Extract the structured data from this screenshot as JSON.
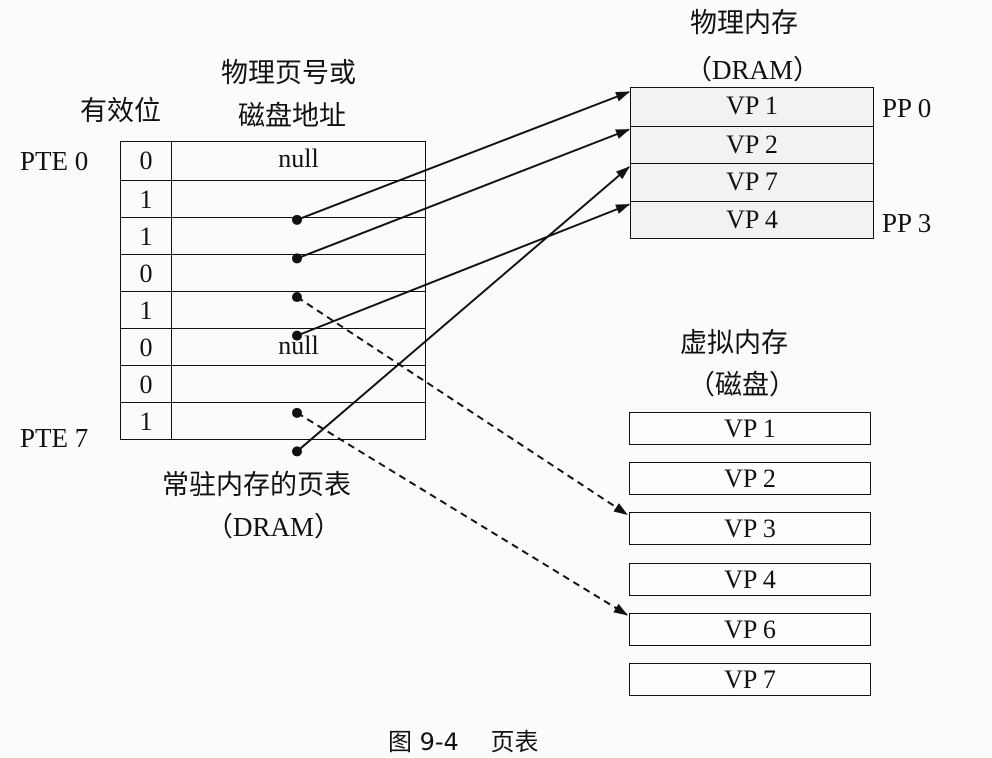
{
  "page_table": {
    "valid_header": "有效位",
    "addr_header_line1": "物理页号或",
    "addr_header_line2": "磁盘地址",
    "first_label": "PTE 0",
    "last_label": "PTE 7",
    "caption_line1": "常驻内存的页表",
    "caption_line2": "（DRAM）",
    "rows": [
      {
        "valid": "0",
        "addr": "null",
        "target": "none"
      },
      {
        "valid": "1",
        "addr": "",
        "target": "pm:0"
      },
      {
        "valid": "1",
        "addr": "",
        "target": "pm:1"
      },
      {
        "valid": "0",
        "addr": "",
        "target": "vm:2"
      },
      {
        "valid": "1",
        "addr": "",
        "target": "pm:3"
      },
      {
        "valid": "0",
        "addr": "null",
        "target": "none"
      },
      {
        "valid": "0",
        "addr": "",
        "target": "vm:4"
      },
      {
        "valid": "1",
        "addr": "",
        "target": "pm:2"
      }
    ]
  },
  "physical_memory": {
    "title_line1": "物理内存",
    "title_line2": "（DRAM）",
    "cells": [
      "VP 1",
      "VP 2",
      "VP 7",
      "VP 4"
    ],
    "first_label": "PP 0",
    "last_label": "PP 3"
  },
  "virtual_memory": {
    "title_line1": "虚拟内存",
    "title_line2": "（磁盘）",
    "cells": [
      "VP 1",
      "VP 2",
      "VP 3",
      "VP 4",
      "VP 6",
      "VP 7"
    ]
  },
  "figure_caption": "图 9-4　 页表"
}
